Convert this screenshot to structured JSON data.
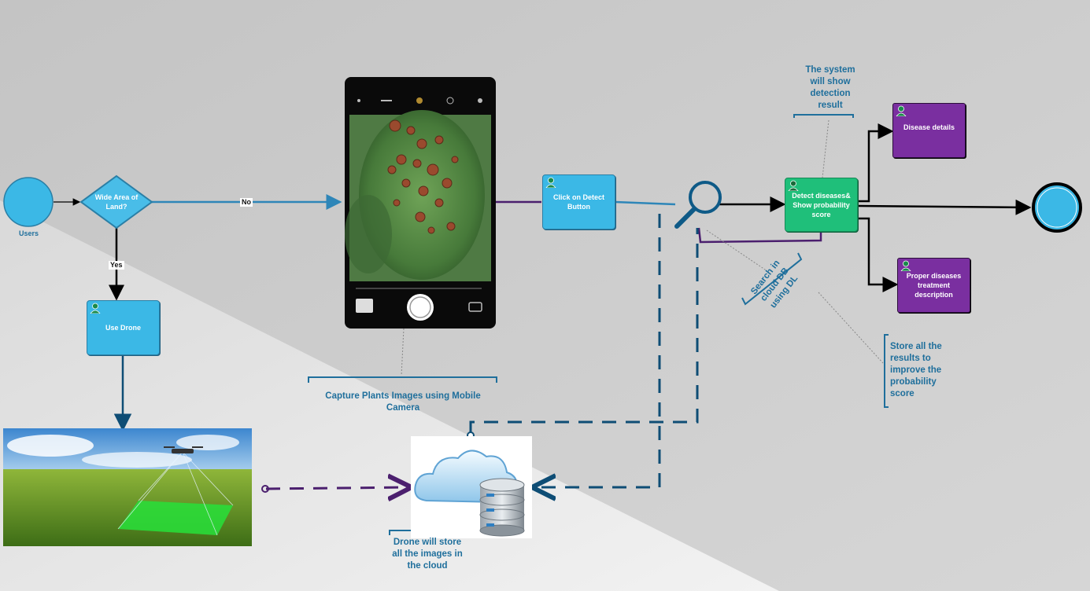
{
  "start_event": {
    "label": "Users"
  },
  "gateway": {
    "label": "Wide Area of Land?"
  },
  "flows": {
    "no": "No",
    "yes": "Yes"
  },
  "tasks": {
    "use_drone": "Use Drone",
    "click_detect": "Click on Detect Button",
    "detect": "Detect diseases& Show probability score",
    "details": "Disease details",
    "treatment": "Proper diseases treatment description"
  },
  "annotations": {
    "capture": "Capture Plants Images using Mobile Camera",
    "drone_store": "Drone will store all the images in the cloud",
    "search": "Search in cloud DB using DL",
    "show_result": "The system will show detection result",
    "store_results": "Store all the results to improve the probability score"
  },
  "colors": {
    "task_blue": "#3bb8e6",
    "task_green": "#1fbf7a",
    "task_purple": "#7a2fa0",
    "flow_blue": "#2e86b8",
    "flow_dark_dashed": "#0e4d75",
    "flow_purple": "#4b1f6e",
    "annotation_text": "#1f6f9c"
  }
}
